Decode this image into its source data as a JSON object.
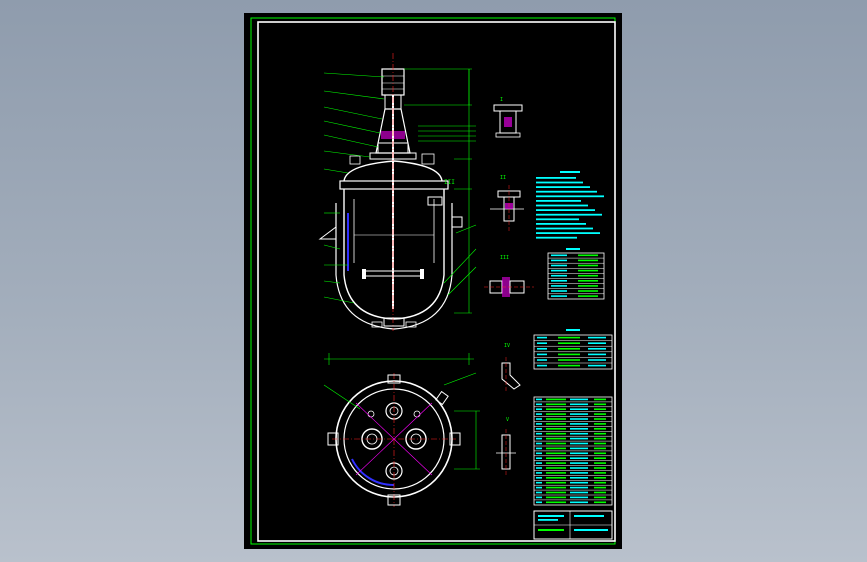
{
  "colors": {
    "background_top": "#8f9cad",
    "background_bottom": "#b9c1cc",
    "sheet": "#000000",
    "frame": "#ffffff",
    "dimension": "#00ff00",
    "text": "#00ffff",
    "centerline": "#ff2020",
    "hatch": "#ff00ff",
    "accent": "#3030ff"
  },
  "drawing": {
    "labels": {
      "section_i": "I",
      "section_ii": "II",
      "section_iii": "III",
      "section_iv": "IV",
      "section_v": "V"
    }
  }
}
